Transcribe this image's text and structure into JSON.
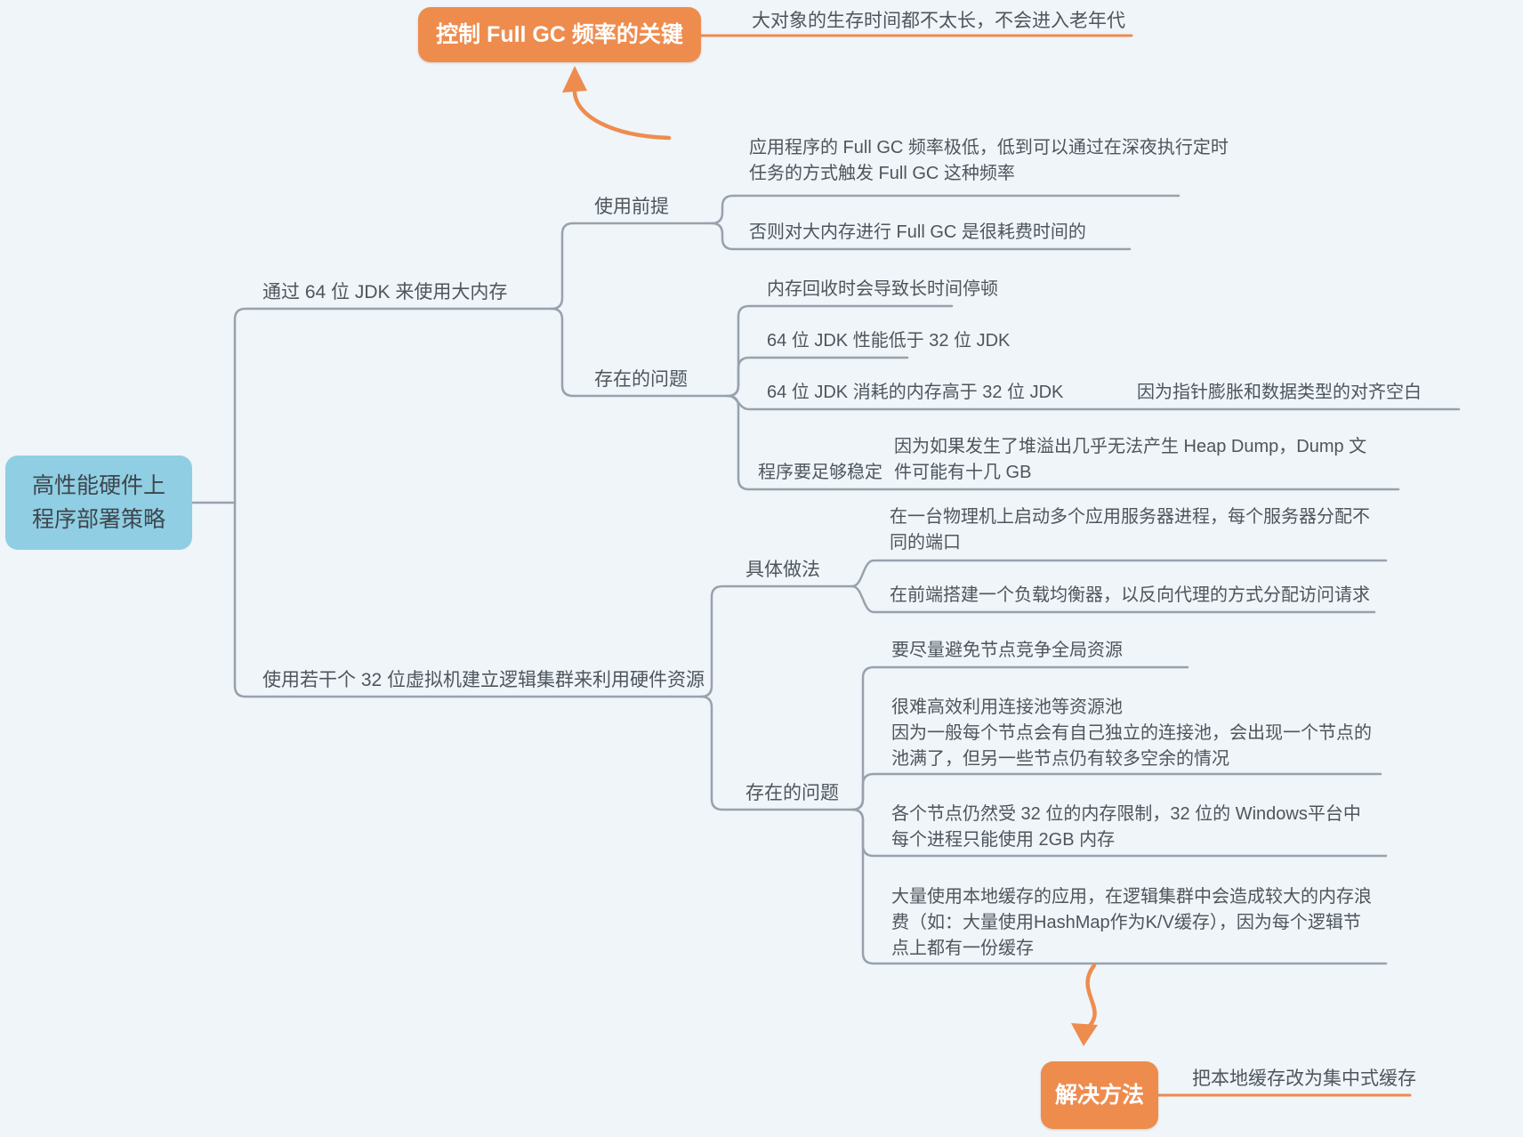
{
  "colors": {
    "background": "#eff5f9",
    "connector": "#97a2ad",
    "text": "#4e555d",
    "root_fill": "#90cee3",
    "accent_orange": "#ee8c4e"
  },
  "root": {
    "lines": [
      "高性能硬件上",
      "程序部署策略"
    ]
  },
  "branch_64": {
    "label": "通过 64 位 JDK 来使用大内存",
    "premise": {
      "label": "使用前提",
      "benefit": {
        "lines": [
          "应用程序的 Full GC 频率极低，低到可以通过在深夜执行定时",
          "任务的方式触发 Full GC 这种频率"
        ]
      },
      "otherwise": {
        "label": "否则对大内存进行 Full GC 是很耗费时间的"
      }
    },
    "problems": {
      "label": "存在的问题",
      "pause": "内存回收时会导致长时间停顿",
      "performance": "64 位 JDK 性能低于 32 位 JDK",
      "memory": {
        "label": "64 位 JDK 消耗的内存高于 32 位 JDK",
        "reason": "因为指针膨胀和数据类型的对齐空白"
      },
      "stability": {
        "label": "程序要足够稳定",
        "reason_lines": [
          "因为如果发生了堆溢出几乎无法产生 Heap Dump，Dump 文",
          "件可能有十几 GB"
        ]
      }
    }
  },
  "gc_key": {
    "label": "控制 Full GC 频率的关键",
    "note": "大对象的生存时间都不太长，不会进入老年代"
  },
  "branch_32": {
    "label": "使用若干个 32 位虚拟机建立逻辑集群来利用硬件资源",
    "approach": {
      "label": "具体做法",
      "multi_process": {
        "lines": [
          "在一台物理机上启动多个应用服务器进程，每个服务器分配不",
          "同的端口"
        ]
      },
      "load_balancer": {
        "label": "在前端搭建一个负载均衡器，以反向代理的方式分配访问请求"
      }
    },
    "problems": {
      "label": "存在的问题",
      "global_resources": "要尽量避免节点竞争全局资源",
      "pool": {
        "lines": [
          "很难高效利用连接池等资源池",
          "因为一般每个节点会有自己独立的连接池，会出现一个节点的",
          "池满了，但另一些节点仍有较多空余的情况"
        ]
      },
      "memory_limit": {
        "lines": [
          "各个节点仍然受 32 位的内存限制，32 位的 Windows平台中",
          "每个进程只能使用 2GB 内存"
        ]
      },
      "cache_waste": {
        "lines": [
          "大量使用本地缓存的应用，在逻辑集群中会造成较大的内存浪",
          "费（如：大量使用HashMap作为K/V缓存），因为每个逻辑节",
          "点上都有一份缓存"
        ]
      }
    }
  },
  "solution": {
    "label": "解决方法",
    "note": "把本地缓存改为集中式缓存"
  }
}
